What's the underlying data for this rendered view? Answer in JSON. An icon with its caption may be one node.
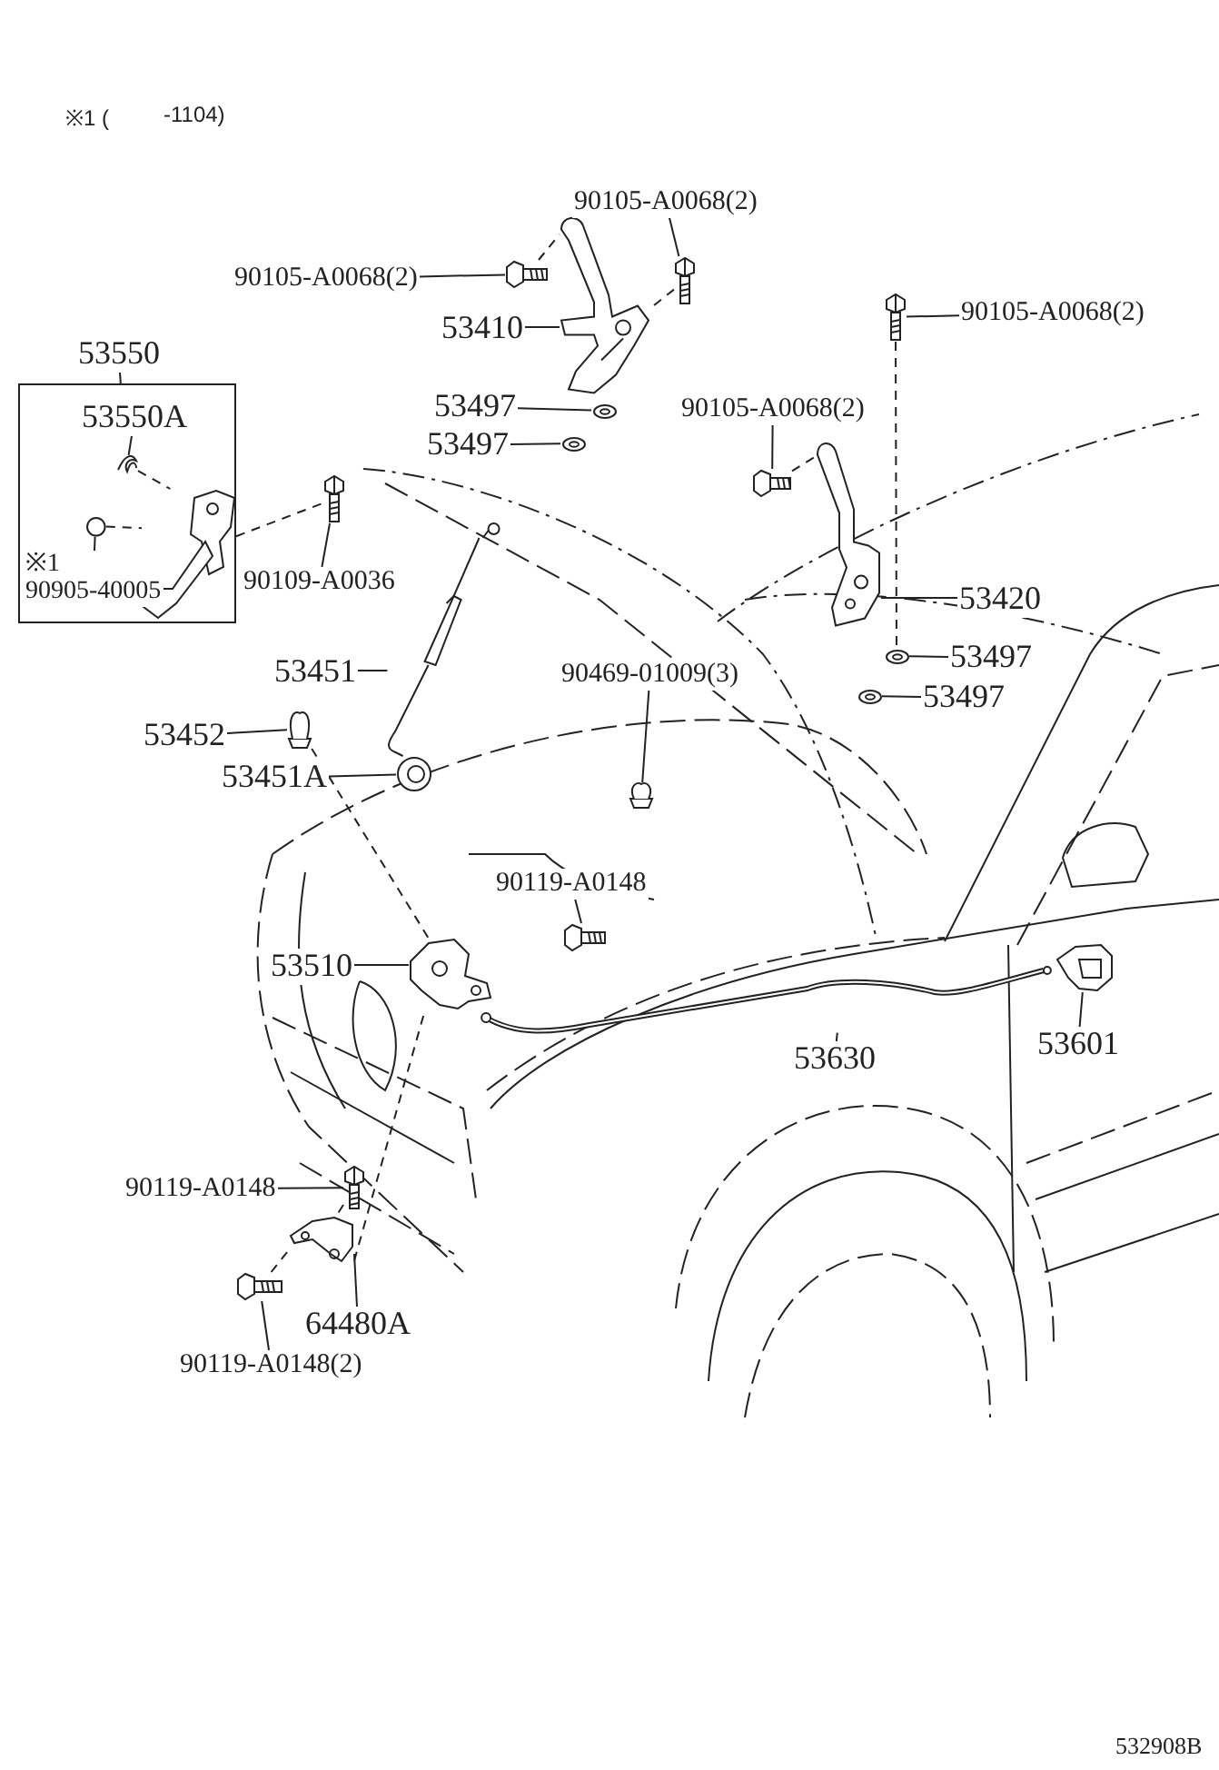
{
  "diagram": {
    "nodes": [
      {
        "text": [
          "90105-A0068(2)"
        ]
      },
      {
        "text": [],
        "shape": "picture"
      },
      {
        "text": [
          "90105-A0068(2)"
        ]
      },
      {
        "text": [],
        "shape": "picture"
      },
      {
        "text": [
          "53410"
        ]
      },
      {
        "text": [],
        "shape": "picture"
      },
      {
        "text": [
          "90105-A0068(2)"
        ]
      },
      {
        "text": [],
        "shape": "picture"
      },
      {
        "text": [
          "53550"
        ]
      },
      {
        "text": [],
        "shape": "box"
      },
      {
        "text": [
          "53550A"
        ],
        "in": 9
      },
      {
        "text": [],
        "shape": "picture",
        "in": 9
      },
      {
        "text": [],
        "shape": "picture",
        "in": 9
      },
      {
        "text": [
          "※1",
          "90905-40005"
        ],
        "in": 9
      },
      {
        "text": [],
        "shape": "circle",
        "in": 9
      },
      {
        "text": [
          "53497"
        ]
      },
      {
        "text": [],
        "shape": "picture"
      },
      {
        "text": [
          "90105-A0068(2)"
        ]
      },
      {
        "text": [],
        "shape": "picture"
      },
      {
        "text": [
          "53497"
        ]
      },
      {
        "text": [],
        "shape": "picture"
      },
      {
        "text": [
          "90109-A0036"
        ]
      },
      {
        "text": [],
        "shape": "picture"
      },
      {
        "text": [
          "53420"
        ]
      },
      {
        "text": [],
        "shape": "picture"
      },
      {
        "text": [
          "53497"
        ]
      },
      {
        "text": [],
        "shape": "picture"
      },
      {
        "text": [
          "53451"
        ]
      },
      {
        "text": [],
        "shape": "picture"
      },
      {
        "text": [
          "90469-01009(3)"
        ]
      },
      {
        "text": [],
        "shape": "picture"
      },
      {
        "text": [
          "53497"
        ]
      },
      {
        "text": [],
        "shape": "picture"
      },
      {
        "text": [
          "53452"
        ]
      },
      {
        "text": [],
        "shape": "picture"
      },
      {
        "text": [
          "53451A"
        ]
      },
      {
        "text": [],
        "shape": "picture"
      },
      {
        "text": [
          "90119-A0148"
        ]
      },
      {
        "text": [],
        "shape": "picture"
      },
      {
        "text": [
          "53510"
        ]
      },
      {
        "text": [],
        "shape": "picture"
      },
      {
        "text": [
          "53630"
        ]
      },
      {
        "text": [],
        "shape": "picture"
      },
      {
        "text": [
          "53601"
        ]
      },
      {
        "text": [],
        "shape": "picture"
      },
      {
        "text": [
          "90119-A0148"
        ]
      },
      {
        "text": [],
        "shape": "picture"
      },
      {
        "text": [
          "64480A"
        ]
      },
      {
        "text": [],
        "shape": "picture"
      },
      {
        "text": [
          "90119-A0148(2)"
        ]
      },
      {
        "text": [],
        "shape": "picture"
      }
    ],
    "edges": [
      {
        "from": 0,
        "to": 1,
        "arrow": "none"
      },
      {
        "from": 2,
        "to": 3,
        "arrow": "none"
      },
      {
        "from": 4,
        "to": 5,
        "arrow": "none"
      },
      {
        "from": 6,
        "to": 7,
        "arrow": "none"
      },
      {
        "from": 10,
        "to": 11,
        "arrow": "none"
      },
      {
        "from": 13,
        "to": 14,
        "arrow": "none"
      },
      {
        "from": 15,
        "to": 16,
        "arrow": "none"
      },
      {
        "from": 17,
        "to": 18,
        "arrow": "none"
      },
      {
        "from": 19,
        "to": 20,
        "arrow": "none"
      },
      {
        "from": 21,
        "to": 22,
        "arrow": "none"
      },
      {
        "from": 23,
        "to": 24,
        "arrow": "none"
      },
      {
        "from": 25,
        "to": 26,
        "arrow": "none"
      },
      {
        "from": 27,
        "to": 28,
        "arrow": "none"
      },
      {
        "from": 29,
        "to": 30,
        "arrow": "none"
      },
      {
        "from": 31,
        "to": 32,
        "arrow": "none"
      },
      {
        "from": 33,
        "to": 34,
        "arrow": "none"
      },
      {
        "from": 35,
        "to": 36,
        "arrow": "none"
      },
      {
        "from": 37,
        "to": 38,
        "arrow": "none"
      },
      {
        "from": 39,
        "to": 40,
        "arrow": "none"
      },
      {
        "from": 41,
        "to": 42,
        "arrow": "none"
      },
      {
        "from": 43,
        "to": 44,
        "arrow": "none"
      },
      {
        "from": 45,
        "to": 46,
        "arrow": "none"
      },
      {
        "from": 47,
        "to": 48,
        "arrow": "none"
      },
      {
        "from": 49,
        "to": 50,
        "arrow": "none"
      },
      {
        "from": 11,
        "to": 12,
        "arrow": "none",
        "style": "dashed"
      },
      {
        "from": 14,
        "to": 12,
        "arrow": "none",
        "style": "dashed"
      },
      {
        "from": 12,
        "to": 22,
        "arrow": "none",
        "style": "dashed"
      },
      {
        "from": 3,
        "to": 5,
        "arrow": "none",
        "style": "dashed"
      },
      {
        "from": 1,
        "to": 5,
        "arrow": "none",
        "style": "dashed"
      },
      {
        "from": 18,
        "to": 24,
        "arrow": "none",
        "style": "dashed"
      },
      {
        "from": 7,
        "to": 26,
        "arrow": "none",
        "style": "dashed"
      },
      {
        "from": 34,
        "to": 40,
        "arrow": "none",
        "style": "dashed"
      },
      {
        "from": 46,
        "to": 48,
        "arrow": "none",
        "style": "dashed"
      },
      {
        "from": 50,
        "to": 48,
        "arrow": "none",
        "style": "dashed"
      },
      {
        "from": 48,
        "to": 40,
        "arrow": "none",
        "style": "dashed"
      },
      {
        "from": 8,
        "to": 9,
        "arrow": "none"
      }
    ],
    "labels": [
      "※1 (",
      "-1104)",
      "532908B"
    ]
  }
}
